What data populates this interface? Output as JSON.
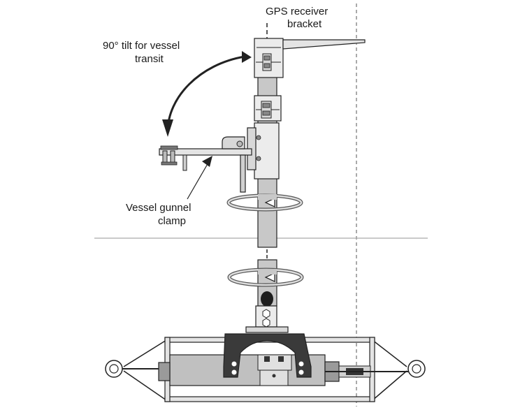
{
  "labels": {
    "gps_bracket": [
      "GPS receiver",
      "bracket"
    ],
    "tilt": [
      "90° tilt for vessel",
      "transit"
    ],
    "gunnel_clamp": [
      "Vessel gunnel",
      "clamp"
    ]
  },
  "colors": {
    "pole": "#c8c8c8",
    "metal_light": "#e4e4e4",
    "metal_mid": "#b4b4b4",
    "metal_dark": "#8c8c8c",
    "bracket_dark": "#3a3a3a",
    "outline": "#222222"
  }
}
